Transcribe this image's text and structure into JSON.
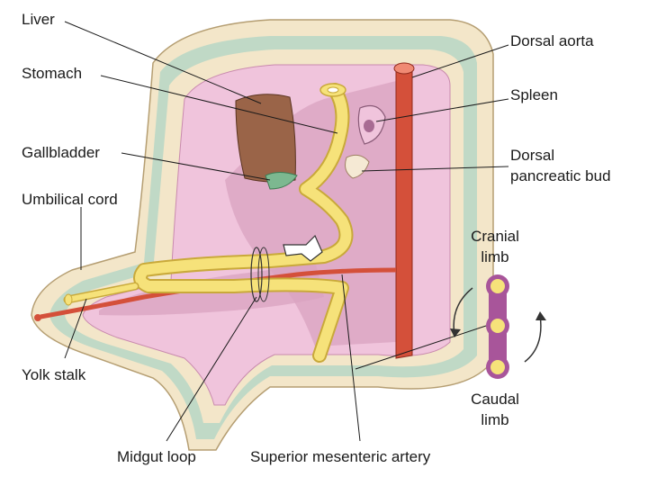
{
  "labels": {
    "liver": "Liver",
    "stomach": "Stomach",
    "gallbladder": "Gallbladder",
    "umbilical_cord": "Umbilical cord",
    "yolk_stalk": "Yolk stalk",
    "midgut_loop": "Midgut loop",
    "superior_mesenteric_artery": "Superior mesenteric artery",
    "dorsal_aorta": "Dorsal aorta",
    "spleen": "Spleen",
    "dorsal_pancreatic_bud_line1": "Dorsal",
    "dorsal_pancreatic_bud_line2": "pancreatic bud",
    "cranial_limb_line1": "Cranial",
    "cranial_limb_line2": "limb",
    "caudal_limb_line1": "Caudal",
    "caudal_limb_line2": "limb"
  },
  "colors": {
    "outer_wall": "#f3e6c9",
    "wall_stripe": "#9fd1c4",
    "body_cavity": "#f0c4dc",
    "mesentery": "#d9a3c0",
    "liver": "#9a6448",
    "gut_tube": "#f6e27a",
    "gut_outline": "#c9a93a",
    "artery": "#d4503a",
    "loop_schematic": "#a8559a"
  }
}
